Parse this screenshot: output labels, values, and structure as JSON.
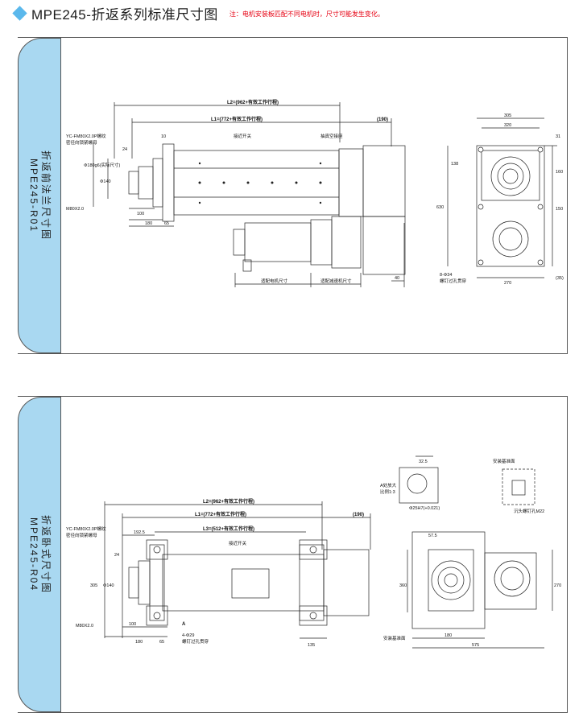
{
  "header": {
    "title": "MPE245-折返系列标准尺寸图",
    "note": "注：电机安装板匹配不同电机时，尺寸可能发生变化。"
  },
  "panel1": {
    "tab_name": "折返前法兰尺寸图",
    "tab_code": "MPE245-R01",
    "labels": {
      "l2": "L2=(962+有效工作行程)",
      "l1": "L1=(772+有效工作行程)",
      "d190": "(190)",
      "d10": "10",
      "limit": "接近开关",
      "exhaust": "抽真空接座",
      "rod_thread": "YC-FM80X2.0P螺纹",
      "rod_note": "密径向锁紧螺母",
      "m80": "M80X2.0",
      "d24": "24",
      "phi140": "Φ140",
      "phi180": "Φ180g6(实际尺寸)",
      "d100": "100",
      "d180": "180",
      "d65": "65",
      "motor_size": "适配电机尺寸",
      "reducer_size": "适配减速机尺寸",
      "d40": "40",
      "v305": "305",
      "v320": "320",
      "v31": "31",
      "v138": "138",
      "v160": "160",
      "v630": "630",
      "v150": "150",
      "v270": "270",
      "v35": "(35)",
      "holes": "8-Φ34",
      "holes_note": "螺钉过孔贯穿"
    }
  },
  "panel2": {
    "tab_name": "折返卧式尺寸图",
    "tab_code": "MPE245-R04",
    "labels": {
      "l2": "L2=(962+有效工作行程)",
      "l1": "L1=(772+有效工作行程)",
      "l3": "L3=(512+有效工作行程)",
      "d190": "(190)",
      "d192": "192.5",
      "limit": "接近开关",
      "rod_thread": "YC-FM80X2.0P螺纹",
      "rod_note": "密径向锁紧螺母",
      "d24": "24",
      "v305": "305",
      "phi140": "Φ140",
      "m80": "M80X2.0",
      "d100": "100",
      "d180": "180",
      "d65": "65",
      "holes": "4-Φ29",
      "holes_note": "螺钉过孔贯穿",
      "a_mark": "A",
      "d135": "135",
      "d32": "32.5",
      "detail_a": "A处放大",
      "scale": "比例1:3",
      "pin": "Φ25H7(+0.021)",
      "mount_face": "安装基准面",
      "cbore": "沉头螺钉孔M22",
      "d57": "57.5",
      "d360": "360",
      "d270": "270",
      "d180b": "180",
      "d575": "575",
      "mount_base": "安装基准面"
    }
  }
}
